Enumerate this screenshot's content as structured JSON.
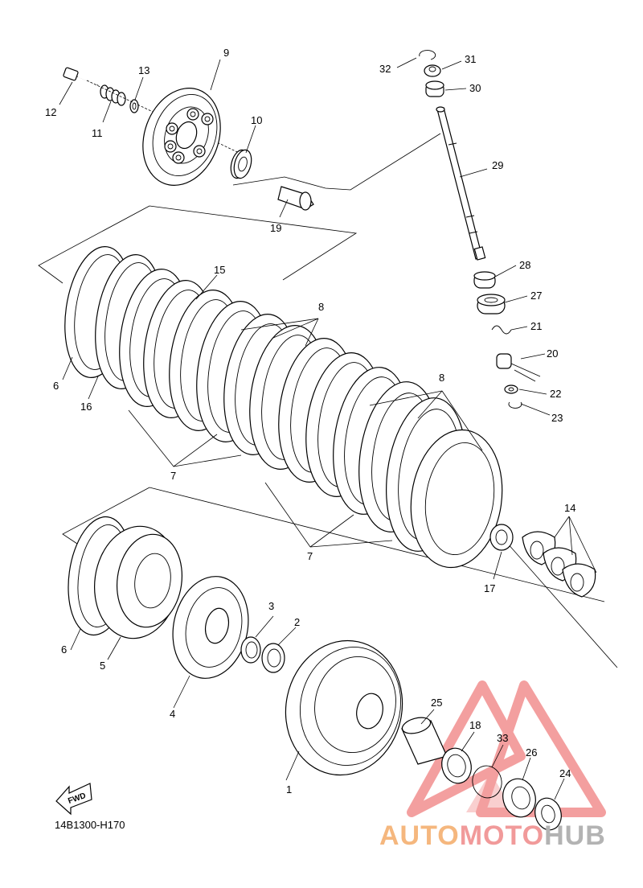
{
  "diagram": {
    "drawing_code": "14B1300-H170",
    "direction_label": "FWD",
    "callouts": [
      {
        "id": "c1",
        "text": "1"
      },
      {
        "id": "c2",
        "text": "2"
      },
      {
        "id": "c3",
        "text": "3"
      },
      {
        "id": "c4",
        "text": "4"
      },
      {
        "id": "c5",
        "text": "5"
      },
      {
        "id": "c6a",
        "text": "6"
      },
      {
        "id": "c6b",
        "text": "6"
      },
      {
        "id": "c7a",
        "text": "7"
      },
      {
        "id": "c7b",
        "text": "7"
      },
      {
        "id": "c8a",
        "text": "8"
      },
      {
        "id": "c8b",
        "text": "8"
      },
      {
        "id": "c9",
        "text": "9"
      },
      {
        "id": "c10",
        "text": "10"
      },
      {
        "id": "c11",
        "text": "11"
      },
      {
        "id": "c12",
        "text": "12"
      },
      {
        "id": "c13",
        "text": "13"
      },
      {
        "id": "c14",
        "text": "14"
      },
      {
        "id": "c15",
        "text": "15"
      },
      {
        "id": "c16",
        "text": "16"
      },
      {
        "id": "c17",
        "text": "17"
      },
      {
        "id": "c18",
        "text": "18"
      },
      {
        "id": "c19",
        "text": "19"
      },
      {
        "id": "c20",
        "text": "20"
      },
      {
        "id": "c21",
        "text": "21"
      },
      {
        "id": "c22",
        "text": "22"
      },
      {
        "id": "c23",
        "text": "23"
      },
      {
        "id": "c24",
        "text": "24"
      },
      {
        "id": "c25",
        "text": "25"
      },
      {
        "id": "c26",
        "text": "26"
      },
      {
        "id": "c27",
        "text": "27"
      },
      {
        "id": "c28",
        "text": "28"
      },
      {
        "id": "c29",
        "text": "29"
      },
      {
        "id": "c30",
        "text": "30"
      },
      {
        "id": "c31",
        "text": "31"
      },
      {
        "id": "c32",
        "text": "32"
      },
      {
        "id": "c33",
        "text": "33"
      }
    ]
  },
  "watermark": {
    "part1": "AUTO",
    "part2": "MOTO",
    "part3": "HUB",
    "color_triangle": "#f08080",
    "color_part1": "#f5b77e",
    "color_part2": "#f19a9a",
    "color_part3": "#b3b3b3"
  }
}
